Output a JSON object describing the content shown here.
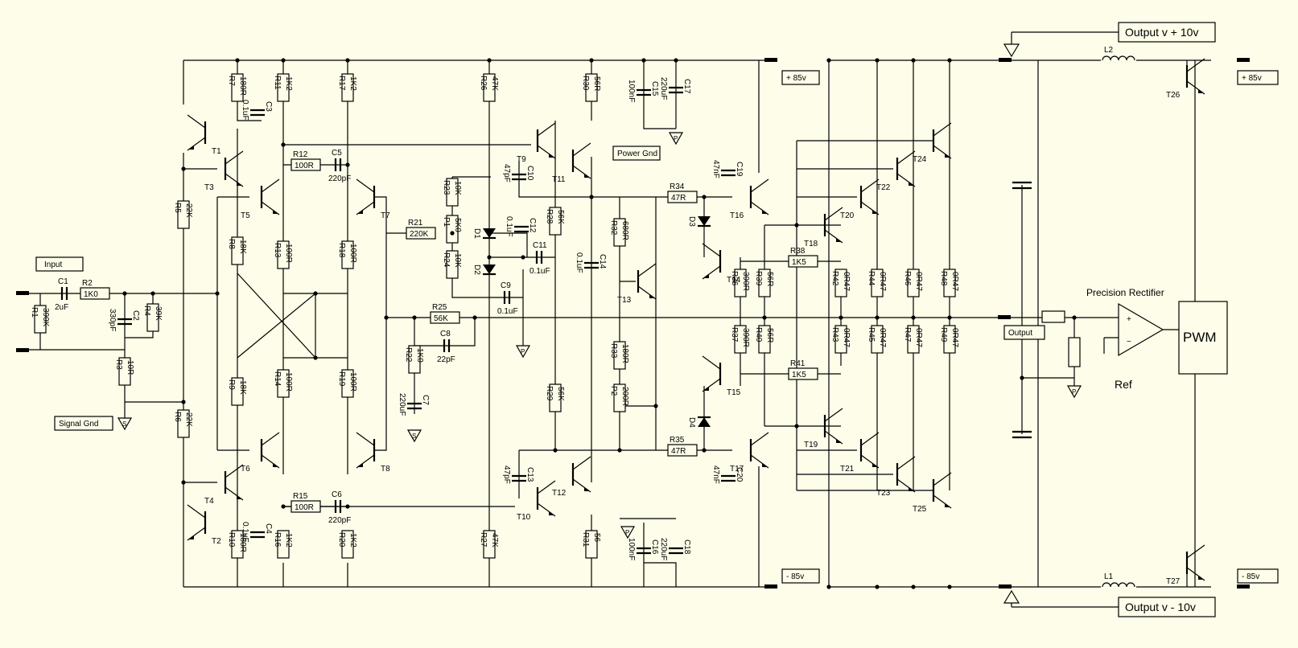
{
  "labels": {
    "input": "Input",
    "signal_gnd": "Signal Gnd",
    "power_gnd": "Power Gnd",
    "plus_85": "+ 85v",
    "minus_85": "- 85v",
    "plus_85_out": "+ 85v",
    "minus_85_out": "- 85v",
    "output": "Output",
    "output_plus": "Output v + 10v",
    "output_minus": "Output v - 10v",
    "precision_rectifier": "Precision Rectifier",
    "pwm": "PWM",
    "ref": "Ref",
    "ground_p": "P",
    "ground_s": "S"
  },
  "components": {
    "R1": [
      "R1",
      "390K"
    ],
    "R2": [
      "R2",
      "1K0"
    ],
    "R3": [
      "R3",
      "10R"
    ],
    "R4": [
      "R4",
      "39K"
    ],
    "R5": [
      "R5",
      "22K"
    ],
    "R6": [
      "R6",
      "22K"
    ],
    "R7": [
      "R7",
      "180R"
    ],
    "R8": [
      "R8",
      "18K"
    ],
    "R9": [
      "R9",
      "18K"
    ],
    "R10": [
      "R10",
      "180R"
    ],
    "R11": [
      "R11",
      "1K2"
    ],
    "R12": [
      "R12",
      "100R"
    ],
    "R13": [
      "R13",
      "100R"
    ],
    "R14": [
      "R14",
      "100R"
    ],
    "R15": [
      "R15",
      "100R"
    ],
    "R16": [
      "R16",
      "1K2"
    ],
    "R17": [
      "R17",
      "1K2"
    ],
    "R18": [
      "R18",
      "100R"
    ],
    "R19": [
      "R19",
      "100R"
    ],
    "R20": [
      "R20",
      "1K2"
    ],
    "R21": [
      "R21",
      "220K"
    ],
    "R22": [
      "R22",
      "1K0"
    ],
    "R23": [
      "R23",
      "10K"
    ],
    "R24": [
      "R24",
      "10K"
    ],
    "R25": [
      "R25",
      "56K"
    ],
    "R26": [
      "R26",
      "47K"
    ],
    "R27": [
      "R27",
      "47K"
    ],
    "R28": [
      "R28",
      "56K"
    ],
    "R29": [
      "R29",
      "56K"
    ],
    "R30": [
      "R30",
      "56R"
    ],
    "R31": [
      "R31",
      "56"
    ],
    "R32": [
      "R32",
      "680R"
    ],
    "R33": [
      "R33",
      "180R"
    ],
    "R34": [
      "R34",
      "47R"
    ],
    "R35": [
      "R35",
      "47R"
    ],
    "R36": [
      "R36",
      "390R"
    ],
    "R37": [
      "R37",
      "390R"
    ],
    "R38": [
      "R38",
      "1K5"
    ],
    "R39": [
      "R39",
      "56R"
    ],
    "R40": [
      "R40",
      "56R"
    ],
    "R41": [
      "R41",
      "1K5"
    ],
    "R42": [
      "R42",
      "0R47"
    ],
    "R43": [
      "R43",
      "0R47"
    ],
    "R44": [
      "R44",
      "0R47"
    ],
    "R45": [
      "R45",
      "0R47"
    ],
    "R46": [
      "R46",
      "0R47"
    ],
    "R47": [
      "R47",
      "0R47"
    ],
    "R48": [
      "R48",
      "0R47"
    ],
    "R49": [
      "R49",
      "0R47"
    ],
    "P1": [
      "P1",
      "5K0"
    ],
    "P2": [
      "P2",
      "200R"
    ],
    "C1": [
      "C1",
      "2uF"
    ],
    "C2": [
      "C2",
      "330pF"
    ],
    "C3": [
      "C3",
      "0.1uF"
    ],
    "C4": [
      "C4",
      "0.1uF"
    ],
    "C5": [
      "C5",
      "220pF"
    ],
    "C6": [
      "C6",
      "220pF"
    ],
    "C7": [
      "C7",
      "220uF"
    ],
    "C8": [
      "C8",
      "22pF"
    ],
    "C9": [
      "C9",
      "0.1uF"
    ],
    "C10": [
      "C10",
      "47pF"
    ],
    "C11": [
      "C11",
      "0.1uF"
    ],
    "C12": [
      "C12",
      "0.1uF"
    ],
    "C13": [
      "C13",
      "47pF"
    ],
    "C14": [
      "C14",
      "0.1uF"
    ],
    "C15": [
      "C15",
      "100nF"
    ],
    "C16": [
      "C16",
      "100nF"
    ],
    "C17": [
      "C17",
      "220uF"
    ],
    "C18": [
      "C18",
      "220uF"
    ],
    "C19": [
      "C19",
      "47nF"
    ],
    "C20": [
      "C20",
      "47nF"
    ],
    "D1": [
      "D1"
    ],
    "D2": [
      "D2"
    ],
    "D3": [
      "D3"
    ],
    "D4": [
      "D4"
    ]
  },
  "transistors": [
    "T1",
    "T2",
    "T3",
    "T4",
    "T5",
    "T6",
    "T7",
    "T8",
    "T9",
    "T10",
    "T11",
    "T12",
    "T13",
    "T14",
    "T15",
    "T16",
    "T17",
    "T18",
    "T19",
    "T20",
    "T21",
    "T22",
    "T23",
    "T24",
    "T25",
    "T26",
    "T27"
  ],
  "inductors": [
    "L1",
    "L2"
  ]
}
